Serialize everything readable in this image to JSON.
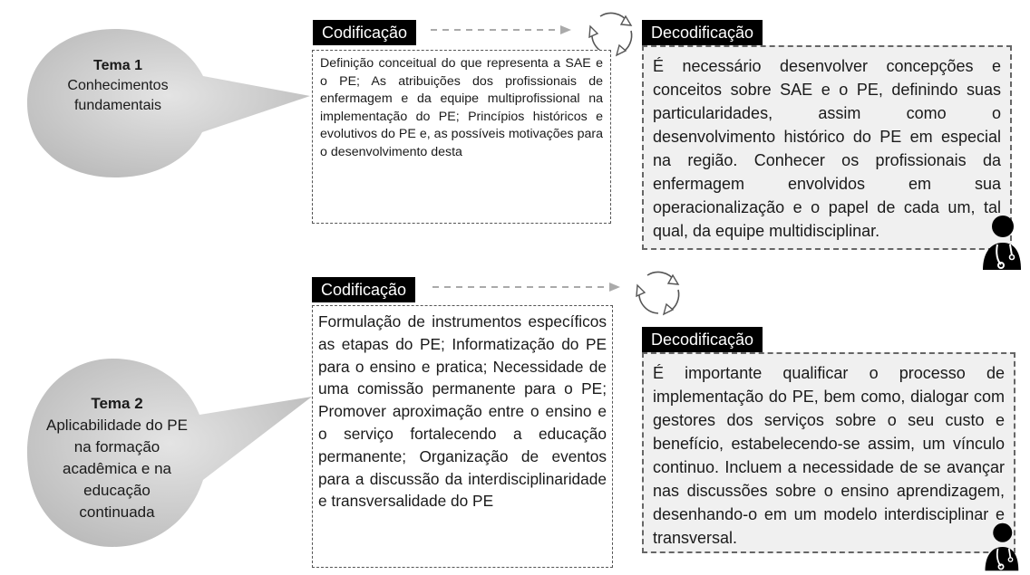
{
  "theme1": {
    "title": "Tema 1",
    "subtitle": "Conhecimentos fundamentais",
    "coding_label": "Codificação",
    "coding_text": "Definição conceitual do que representa a SAE e o PE; As atribuições dos profissionais de enfermagem e da equipe multiprofissional na implementação do PE; Princípios históricos e evolutivos do PE e, as possíveis motivações para o desenvolvimento desta",
    "decoding_label": "Decodificação",
    "decoding_text": "É necessário desenvolver concepções e conceitos sobre SAE e o PE, definindo suas particularidades, assim como o desenvolvimento histórico do PE em especial na região. Conhecer os profissionais da enfermagem envolvidos em sua operacionalização e o papel de cada um, tal qual, da equipe multidisciplinar."
  },
  "theme2": {
    "title": "Tema 2",
    "subtitle": "Aplicabilidade do PE na formação acadêmica e na educação continuada",
    "coding_label": "Codificação",
    "coding_text": "Formulação de instrumentos específicos as etapas do PE; Informatização do PE para o ensino e pratica; Necessidade de uma comissão permanente para o PE; Promover aproximação entre o ensino e o serviço fortalecendo a educação permanente; Organização de eventos para a discussão da interdisciplinaridade e transversalidade do PE",
    "decoding_label": "Decodificação",
    "decoding_text": "É importante qualificar o processo de implementação do PE, bem como, dialogar com gestores dos serviços sobre o seu custo e benefício, estabelecendo-se assim, um vínculo continuo. Incluem a necessidade de se avançar nas discussões sobre o ensino aprendizagem, desenhando-o em um modelo interdisciplinar e transversal."
  },
  "icons": {
    "cycle": "cycle-arrows-icon",
    "avatar": "health-professional-stethoscope-icon"
  },
  "colors": {
    "bubble_fill": "#cfcfcf",
    "label_bg": "#000000",
    "decoding_bg": "#f0f0f0"
  }
}
